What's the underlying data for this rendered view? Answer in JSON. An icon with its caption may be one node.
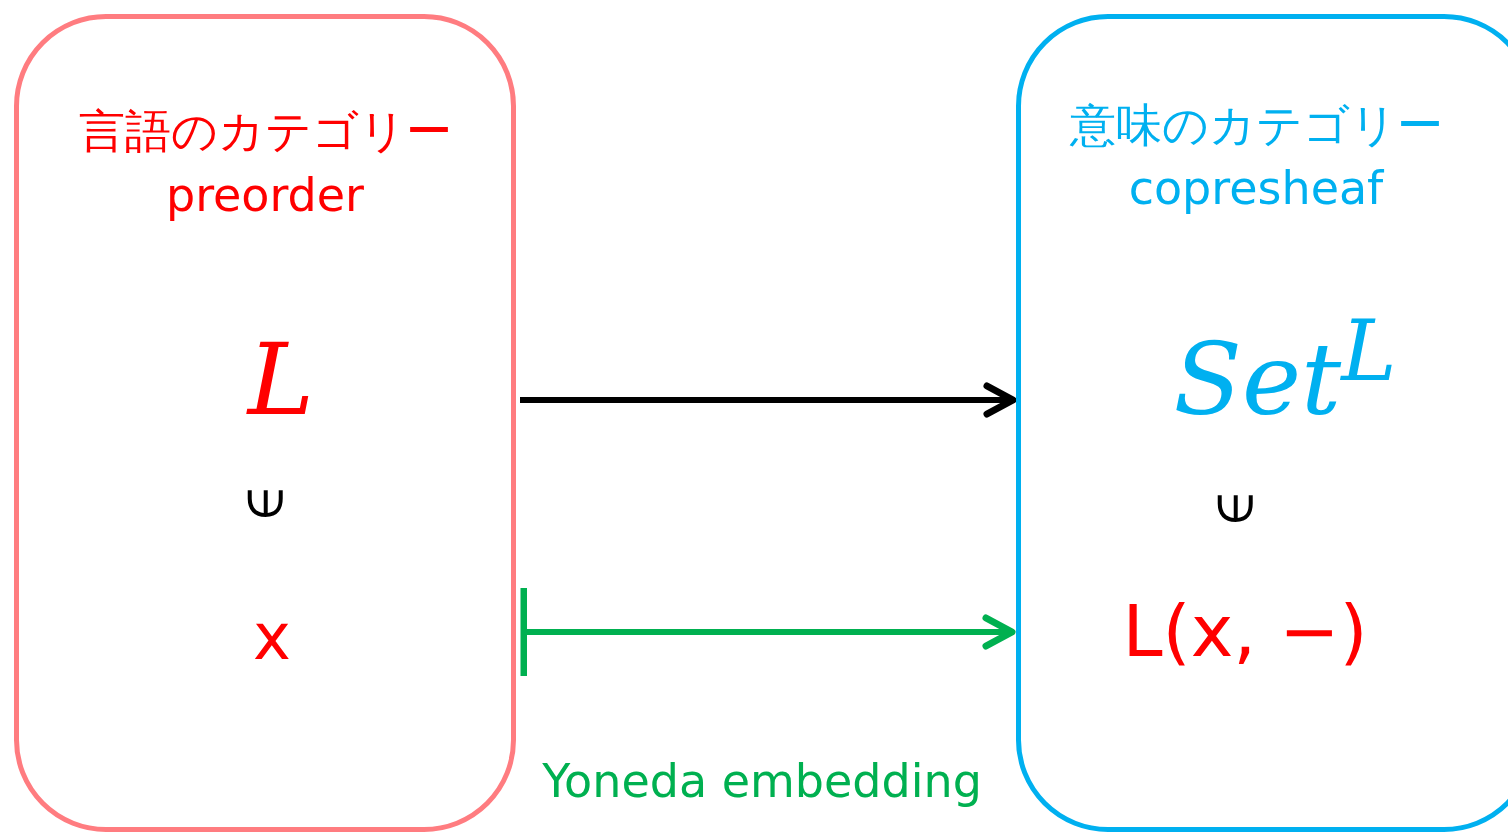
{
  "diagram": {
    "nodes": [
      {
        "text": [
          "言語のカテゴリー",
          "preorder"
        ]
      },
      {
        "text": [
          "L"
        ],
        "in": 0
      },
      {
        "text": [
          "x"
        ],
        "in": 0
      },
      {
        "text": [
          "意味のカテゴリー",
          "copresheaf"
        ]
      },
      {
        "text": [
          "Set$^{L}$"
        ],
        "in": 3
      },
      {
        "text": [
          "L(x, −)"
        ],
        "in": 3
      }
    ],
    "edges": [
      {
        "from": 0,
        "to": 3,
        "arrow": "to"
      },
      {
        "from": 0,
        "to": 3,
        "arrow": "to",
        "label": "Yoneda embedding",
        "color": "#00b050"
      }
    ],
    "labels": [
      "⟒",
      "⟒"
    ]
  }
}
